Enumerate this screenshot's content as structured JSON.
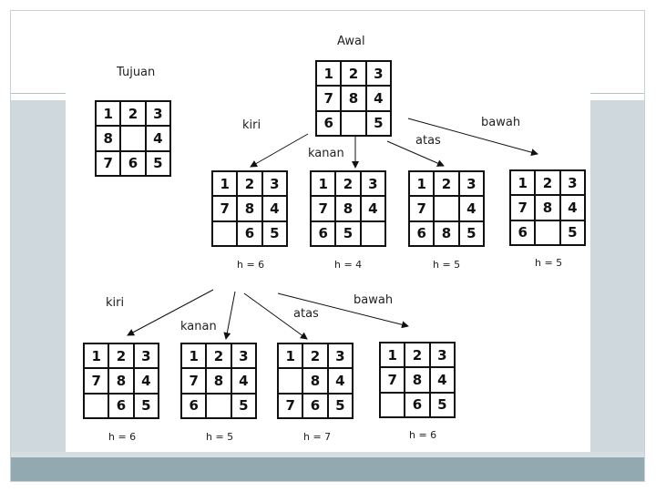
{
  "goal": {
    "label": "Tujuan",
    "cells": [
      "1",
      "2",
      "3",
      "8",
      "",
      "4",
      "7",
      "6",
      "5"
    ]
  },
  "root": {
    "label": "Awal",
    "cells": [
      "1",
      "2",
      "3",
      "7",
      "8",
      "4",
      "6",
      "",
      "5"
    ]
  },
  "level1": [
    {
      "move": "kiri",
      "cells": [
        "1",
        "2",
        "3",
        "7",
        "8",
        "4",
        "",
        "6",
        "5"
      ],
      "h": "h = 6"
    },
    {
      "move": "kanan",
      "cells": [
        "1",
        "2",
        "3",
        "7",
        "8",
        "4",
        "6",
        "5",
        ""
      ],
      "h": "h = 4"
    },
    {
      "move": "atas",
      "cells": [
        "1",
        "2",
        "3",
        "7",
        "",
        "4",
        "6",
        "8",
        "5"
      ],
      "h": "h = 5"
    },
    {
      "move": "bawah",
      "cells": [
        "1",
        "2",
        "3",
        "7",
        "8",
        "4",
        "6",
        "",
        "5"
      ],
      "h": "h = 5"
    }
  ],
  "level2": [
    {
      "move": "kiri",
      "cells": [
        "1",
        "2",
        "3",
        "7",
        "8",
        "4",
        "",
        "6",
        "5"
      ],
      "h": "h = 6"
    },
    {
      "move": "kanan",
      "cells": [
        "1",
        "2",
        "3",
        "7",
        "8",
        "4",
        "6",
        "",
        "5"
      ],
      "h": "h = 5"
    },
    {
      "move": "atas",
      "cells": [
        "1",
        "2",
        "3",
        "",
        "8",
        "4",
        "7",
        "6",
        "5"
      ],
      "h": "h = 7"
    },
    {
      "move": "bawah",
      "cells": [
        "1",
        "2",
        "3",
        "7",
        "8",
        "4",
        "",
        "6",
        "5"
      ],
      "h": "h = 6"
    }
  ]
}
